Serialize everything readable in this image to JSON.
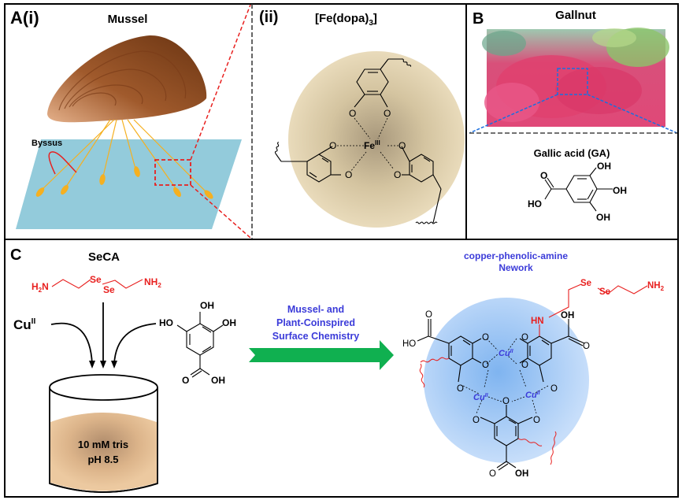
{
  "panelA": {
    "label": "A(i)",
    "title": "Mussel",
    "byssus_label": "Byssus"
  },
  "panelAii": {
    "label": "(ii)",
    "title_main": "[Fe(dopa)",
    "title_sub": "3",
    "title_end": "]",
    "metal": "Fe",
    "metal_sup": "III",
    "oxygen": "O"
  },
  "panelB": {
    "label": "B",
    "title": "Gallnut",
    "compound_title": "Gallic acid (GA)",
    "oh": "OH",
    "ho": "HO",
    "o": "O"
  },
  "panelC": {
    "label": "C",
    "seca_title": "SeCA",
    "h2n": "H",
    "h2n_sub": "2",
    "h2n_n": "N",
    "se": "Se",
    "nh": "NH",
    "nh_sub": "2",
    "cu": "Cu",
    "cu_sup": "II",
    "beaker_line1": "10 mM tris",
    "beaker_line2": "pH 8.5",
    "arrow_line1": "Mussel- and",
    "arrow_line2": "Plant-Coinspired",
    "arrow_line3": "Surface Chemistry",
    "network_line1": "copper-phenolic-amine",
    "network_line2": "Nework",
    "hn": "HN",
    "oh": "OH",
    "ho": "HO",
    "o": "O",
    "cu_node": "Cu",
    "cu_node_sup": "II"
  },
  "colors": {
    "border": "#000000",
    "red": "#e8201f",
    "blue_text": "#3b3bd9",
    "green_arrow": "#10b050",
    "water": "#93cbdb",
    "byssus": "#f5b020",
    "tan": "#e6d6b4",
    "beaker_liquid": "#e8c49a",
    "network_bg": "#a9cdf5"
  }
}
